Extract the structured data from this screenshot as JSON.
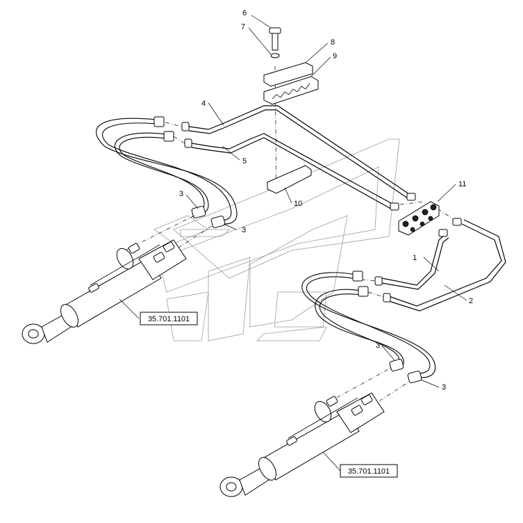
{
  "callouts": {
    "c1": "1",
    "c2": "2",
    "c3a": "3",
    "c3b": "3",
    "c3c": "3",
    "c3d": "3",
    "c4": "4",
    "c5": "5",
    "c6": "6",
    "c7": "7",
    "c8": "8",
    "c9": "9",
    "c10": "10",
    "c11": "11"
  },
  "references": {
    "upper": "35.701.1101",
    "lower": "35.701.1101"
  },
  "watermark": "logo-watermark"
}
